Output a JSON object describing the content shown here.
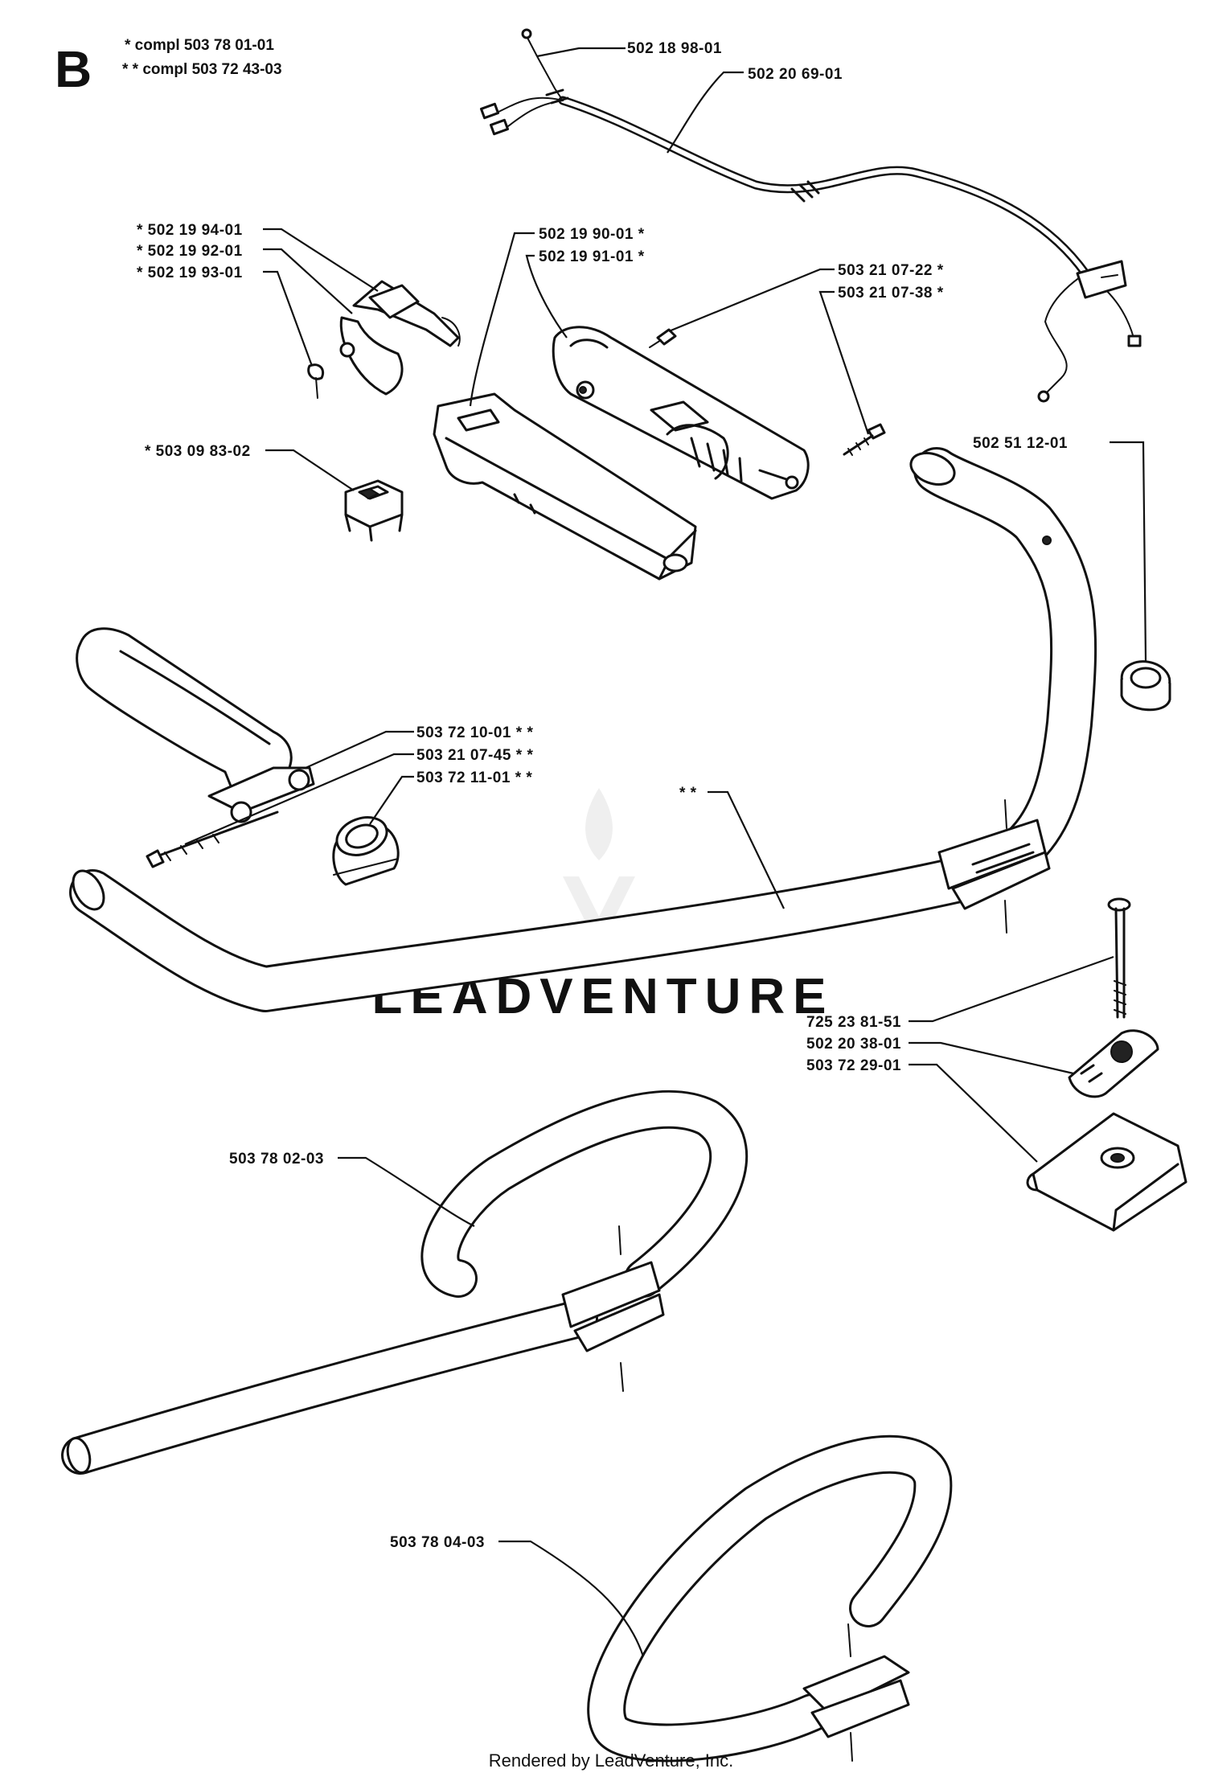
{
  "section_letter": "B",
  "header": {
    "line1": "*  compl 503 78 01-01",
    "line2": "* *  compl 503 72 43-03"
  },
  "labels": [
    "502 18 98-01",
    "502 20 69-01",
    "*  502 19 94-01",
    "*  502 19 92-01",
    "*  502 19 93-01",
    "502 19 90-01  *",
    "502 19 91-01  *",
    "503 21 07-22  *",
    "503 21 07-38  *",
    "*  503 09 83-02",
    "502 51 12-01",
    "503 72 10-01  * *",
    "503 21 07-45  * *",
    "503 72 11-01  * *",
    "* *",
    "725 23 81-51",
    "502 20 38-01",
    "503 72 29-01",
    "503 78 02-03",
    "503 78 04-03"
  ],
  "watermark": "LEADVENTURE",
  "footer": "Rendered by LeadVenture, Inc."
}
